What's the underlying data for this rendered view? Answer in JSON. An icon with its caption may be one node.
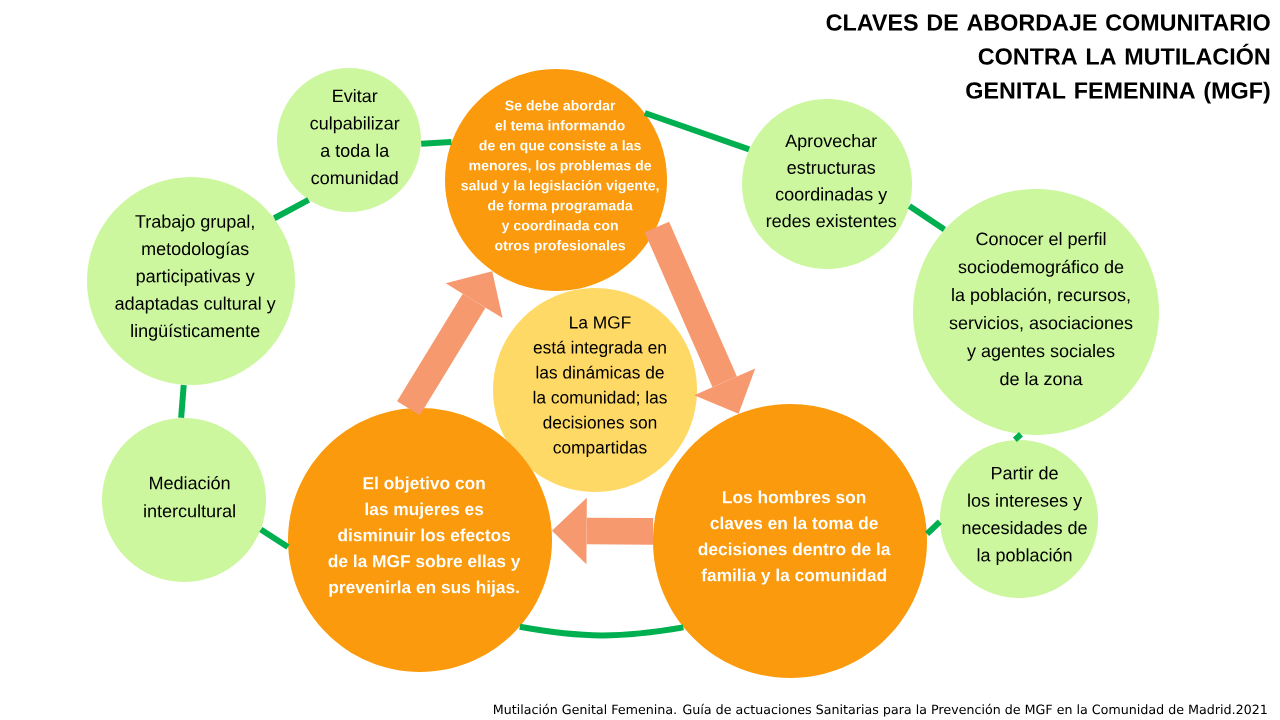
{
  "diagram": {
    "title": "CLAVES DE ABORDAJE COMUNITARIO CONTRA LA MUTILACIÓN GENITAL FEMENINA (MGF)",
    "caption": "Mutilación Genital Femenina. Guía de actuaciones Sanitarias para la Prevención de MGF en la Comunidad de Madrid.2021",
    "nodes": [
      {
        "text": [
          "Evitar culpabilizar a toda la comunidad"
        ]
      },
      {
        "text": [
          "Se debe abordar el tema informando de en que consiste a las menores, los problemas de salud y la legislación vigente, de forma programada y coordinada con otros profesionales"
        ]
      },
      {
        "text": [
          "Aprovechar estructuras coordinadas y redes existentes"
        ]
      },
      {
        "text": [
          "Trabajo grupal, metodologías participativas y adaptadas cultural y lingüísticamente"
        ]
      },
      {
        "text": [
          "Conocer el perfil sociodemográfico de la población, recursos, servicios, asociaciones y agentes sociales de la zona"
        ]
      },
      {
        "text": [
          "La MGF está integrada en las dinámicas de la comunidad; las decisiones son compartidas"
        ]
      },
      {
        "text": [
          "Mediación intercultural"
        ]
      },
      {
        "text": [
          "El objetivo con las mujeres es disminuir los efectos de la MGF sobre ellas y prevenirla en sus hijas."
        ]
      },
      {
        "text": [
          "Los hombres son claves en la toma de decisiones dentro de la familia y la comunidad"
        ]
      },
      {
        "text": [
          "Partir de los intereses y necesidades de la población"
        ]
      }
    ],
    "edges": [
      {
        "from": 0,
        "to": 1,
        "arrow": "none"
      },
      {
        "from": 1,
        "to": 2,
        "arrow": "none"
      },
      {
        "from": 2,
        "to": 4,
        "arrow": "none"
      },
      {
        "from": 4,
        "to": 9,
        "arrow": "none"
      },
      {
        "from": 9,
        "to": 8,
        "arrow": "none"
      },
      {
        "from": 8,
        "to": 7,
        "arrow": "none"
      },
      {
        "from": 7,
        "to": 6,
        "arrow": "none"
      },
      {
        "from": 6,
        "to": 3,
        "arrow": "none"
      },
      {
        "from": 3,
        "to": 0,
        "arrow": "none"
      },
      {
        "from": 1,
        "to": 8,
        "arrow": "to",
        "style": "thick",
        "color": "#f7996e"
      },
      {
        "from": 8,
        "to": 7,
        "arrow": "to",
        "style": "thick",
        "color": "#f7996e"
      },
      {
        "from": 7,
        "to": 1,
        "arrow": "to",
        "style": "thick",
        "color": "#f7996e"
      }
    ]
  }
}
